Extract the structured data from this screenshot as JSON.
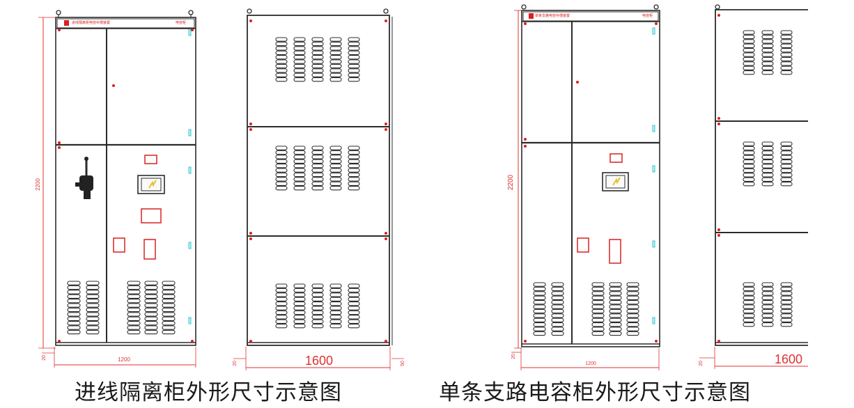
{
  "captions": {
    "left": "进线隔离柜外形尺寸示意图",
    "right": "单条支路电容柜外形尺寸示意图"
  },
  "dimensions": {
    "left_height": "2200",
    "left_width": "1200",
    "left_base": "20",
    "side_depth": "1600",
    "side_small_left": "20",
    "side_small_right": "50",
    "right_height": "2200",
    "right_width": "1200",
    "right_base": "20",
    "right_side_depth": "1600",
    "right_side_small": "20"
  },
  "nameplate": {
    "left_text": "进线隔离柜电容补偿装置",
    "left_tag": "电容柜",
    "right_text": "单条支路电容补偿装置",
    "right_tag": "电容柜"
  },
  "colors": {
    "line": "#2b2b2b",
    "accent": "#d92020",
    "cyan": "#35c7d0",
    "dim": "#e03030"
  }
}
